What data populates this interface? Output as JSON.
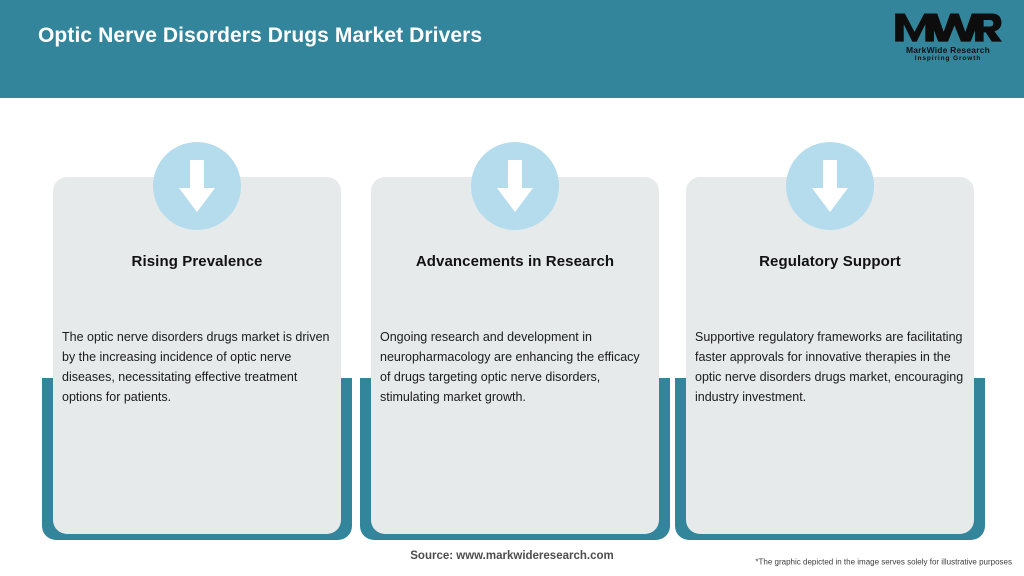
{
  "header": {
    "title": "Optic Nerve Disorders Drugs Market Drivers",
    "background_color": "#33859b",
    "title_color": "#ffffff",
    "logo": {
      "mark": "MWR",
      "name": "MarkWide Research",
      "tagline": "Inspiring Growth"
    }
  },
  "cards": [
    {
      "icon": "down-arrow-icon",
      "title": "Rising Prevalence",
      "body": "The optic nerve disorders drugs market is driven by the increasing incidence of optic nerve diseases, necessitating effective treatment options for patients."
    },
    {
      "icon": "down-arrow-icon",
      "title": "Advancements in Research",
      "body": "Ongoing research and development in neuropharmacology are enhancing the efficacy of drugs targeting optic nerve disorders, stimulating market growth."
    },
    {
      "icon": "down-arrow-icon",
      "title": "Regulatory Support",
      "body": "Supportive regulatory frameworks are facilitating faster approvals for innovative therapies in the optic nerve disorders drugs market, encouraging industry investment."
    }
  ],
  "footer": {
    "source": "Source: www.markwideresearch.com",
    "disclaimer": "*The graphic depicted in the image serves solely for illustrative purposes"
  },
  "colors": {
    "teal": "#33859b",
    "card_panel": "#e6eaeb",
    "badge_circle": "#b5dcec",
    "arrow": "#ffffff"
  }
}
